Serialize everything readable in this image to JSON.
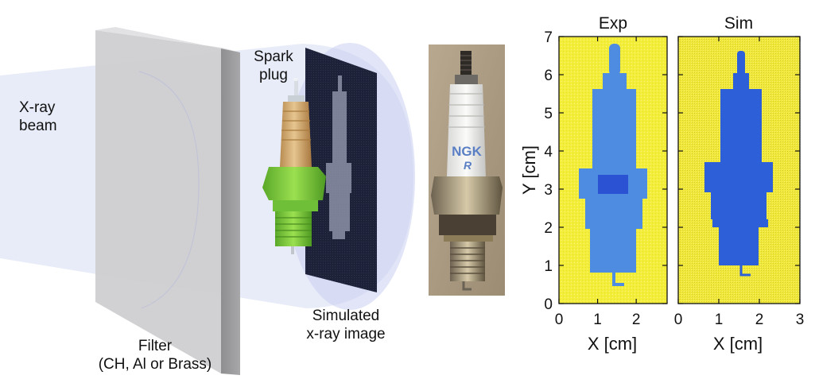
{
  "labels": {
    "xray_beam": [
      "X-ray",
      "beam"
    ],
    "spark_plug": [
      "Spark",
      "plug"
    ],
    "filter": [
      "Filter",
      "(CH, Al or Brass)"
    ],
    "simulated": [
      "Simulated",
      "x-ray image"
    ],
    "plug_brand": "NGK",
    "plug_letter": "R"
  },
  "colors": {
    "background_yellow": "#f3ee3a",
    "plug_blue_light": "#4d8ce0",
    "plug_blue_dark": "#1f3fcf",
    "filter_grey": "#c9c9cb",
    "nut_green": "#7fd23b",
    "insulator_tan": "#d8b27a",
    "detector": "#1e2238"
  },
  "panels": {
    "exp": {
      "title": "Exp"
    },
    "sim": {
      "title": "Sim"
    }
  },
  "axes": {
    "ylabel": "Y [cm]",
    "xlabel": "X [cm]",
    "y_ticks": [
      "0",
      "1",
      "2",
      "3",
      "4",
      "5",
      "6",
      "7"
    ],
    "exp_x_ticks": [
      "0",
      "1",
      "2"
    ],
    "sim_x_ticks": [
      "0",
      "1",
      "2",
      "3"
    ]
  },
  "chart_data": [
    {
      "type": "heatmap",
      "title": "Exp",
      "xlabel": "X [cm]",
      "ylabel": "Y [cm]",
      "xlim": [
        0,
        2.8
      ],
      "ylim": [
        0,
        7
      ],
      "x_ticks": [
        0,
        1,
        2
      ],
      "y_ticks": [
        0,
        1,
        2,
        3,
        4,
        5,
        6,
        7
      ]
    },
    {
      "type": "heatmap",
      "title": "Sim",
      "xlabel": "X [cm]",
      "ylabel": "",
      "xlim": [
        0,
        3
      ],
      "ylim": [
        0,
        7
      ],
      "x_ticks": [
        0,
        1,
        2,
        3
      ],
      "y_ticks": [
        0,
        1,
        2,
        3,
        4,
        5,
        6,
        7
      ]
    }
  ]
}
